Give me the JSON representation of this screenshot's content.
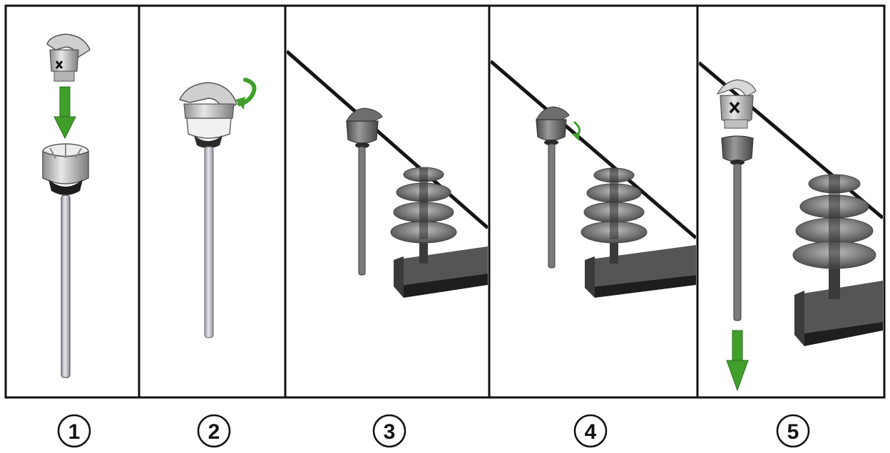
{
  "steps": [
    {
      "number": "1"
    },
    {
      "number": "2"
    },
    {
      "number": "3"
    },
    {
      "number": "4"
    },
    {
      "number": "5"
    }
  ],
  "colors": {
    "arrow_green": "#3f9f2a",
    "arrow_green_light": "#7cc34f",
    "frame": "#111111",
    "line": "#151515",
    "insulator": "#6f6f6f",
    "crossarm": "#3a3a3a",
    "rod": "#c9c9cf",
    "cap": "#d0d0d0"
  },
  "icons": {
    "step1": [
      "clamp-head-icon",
      "arrow-down-icon",
      "sensor-base-icon",
      "rod-icon"
    ],
    "step2": [
      "clamp-head-icon",
      "rotate-arrow-icon",
      "sensor-base-icon",
      "rod-icon"
    ],
    "step3": [
      "power-line-icon",
      "clamp-head-icon",
      "rod-icon",
      "insulator-icon",
      "crossarm-icon"
    ],
    "step4": [
      "power-line-icon",
      "clamp-head-icon",
      "rotate-arrow-icon",
      "rod-icon",
      "insulator-icon",
      "crossarm-icon"
    ],
    "step5": [
      "power-line-icon",
      "clamp-head-icon",
      "sensor-base-icon",
      "rod-icon",
      "arrow-down-icon",
      "insulator-icon",
      "crossarm-icon"
    ]
  }
}
